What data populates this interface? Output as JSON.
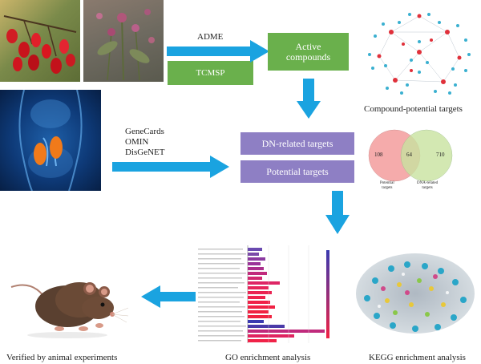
{
  "inputs": {
    "adme": "ADME",
    "tcmsp": "TCMSP",
    "databases": [
      "GeneCards",
      "OMIN",
      "DisGeNET"
    ]
  },
  "boxes": {
    "active_compounds": [
      "Active",
      "compounds"
    ],
    "dn_targets": "DN-related targets",
    "potential_targets": "Potential targets"
  },
  "captions": {
    "compound_network": "Compound-potential targets",
    "go": "GO enrichment analysis",
    "kegg": "KEGG enrichment analysis",
    "animal": "Verified by animal experiments"
  },
  "venn": {
    "left_value": "108",
    "overlap_value": "64",
    "right_value": "710",
    "left_label": [
      "Potential",
      "targets"
    ],
    "right_label": [
      "DNA-related",
      "targets"
    ]
  },
  "colors": {
    "green_box": "#6ab04c",
    "purple_box": "#8e7fc4",
    "arrow": "#1aa3e0",
    "venn_left": "#f4a3a3",
    "venn_right": "#c9e3a0"
  }
}
